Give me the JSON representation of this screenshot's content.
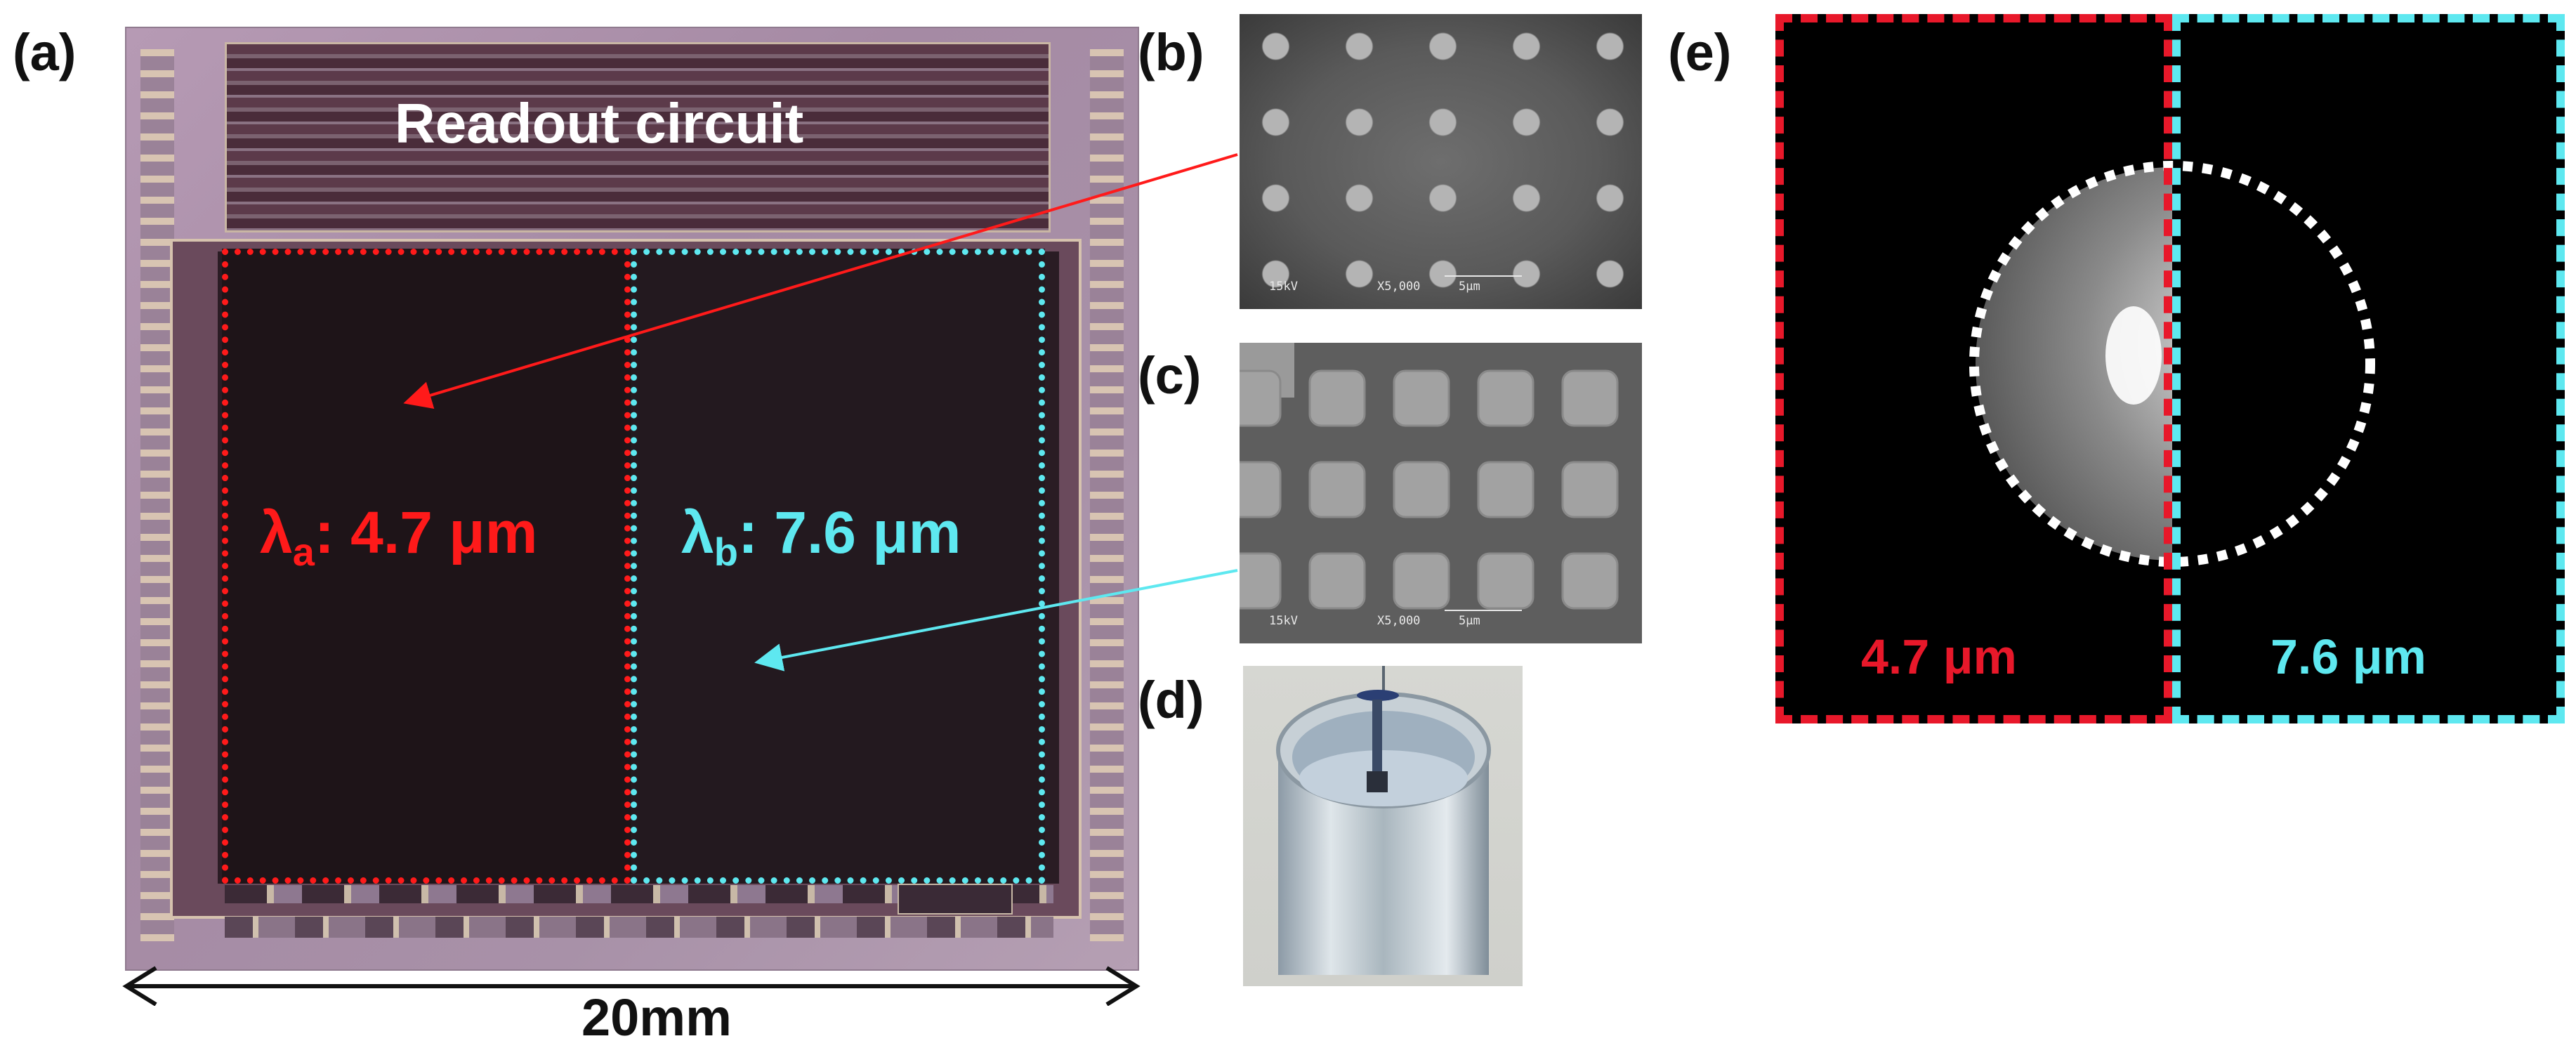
{
  "panels": {
    "a": "(a)",
    "b": "(b)",
    "c": "(c)",
    "d": "(d)",
    "e": "(e)"
  },
  "chip": {
    "readout_label": "Readout circuit",
    "region_a": {
      "lambda": "λ",
      "subscript": "a",
      "rest": ": 4.7 μm",
      "color": "#ff1a1a"
    },
    "region_b": {
      "lambda": "λ",
      "subscript": "b",
      "rest": ": 7.6 μm",
      "color": "#5ee8f0"
    },
    "scale_label": "20mm",
    "die_color": "#a98ca8"
  },
  "sem_b": {
    "voltage": "15kV",
    "mag": "X5,000",
    "scale": "5μm"
  },
  "sem_c": {
    "voltage": "15kV",
    "mag": "X5,000",
    "scale": "5μm"
  },
  "image_e": {
    "left_label": "4.7 μm",
    "right_label": "7.6 μm",
    "left_color": "#e8182a",
    "right_color": "#5ee8f0"
  },
  "arrows": {
    "b_to_a_color": "#ff1a1a",
    "c_to_b_color": "#5ee8f0"
  }
}
